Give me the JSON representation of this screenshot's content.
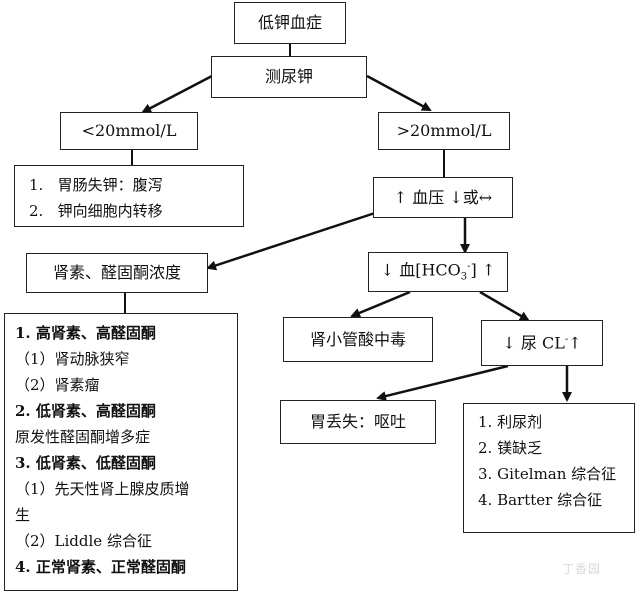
{
  "nodes": {
    "root": "低钾血症",
    "measure": "测尿钾",
    "low": "<20mmol/L",
    "high": ">20mmol/L",
    "gi_list": [
      "胃肠失钾：腹泻",
      "钾向细胞内转移"
    ],
    "bp": "↑ 血压 ↓或↔",
    "renin": "肾素、醛固酮浓度",
    "hco3": {
      "pre": "↓ 血[HCO",
      "sub": "3",
      "sup": "-",
      "post": "] ↑"
    },
    "rta": "肾小管酸中毒",
    "cl": {
      "pre": "↓ 尿 CL",
      "sup": "-",
      "post": "↑"
    },
    "gastric": "胃丢失：呕吐",
    "diuretic_list": [
      "利尿剂",
      "镁缺乏",
      "Gitelman 综合征",
      "Bartter 综合征"
    ],
    "renin_detail": [
      {
        "text": "1. 高肾素、高醛固酮",
        "bold": true
      },
      {
        "text": "（1）肾动脉狭窄",
        "bold": false
      },
      {
        "text": "（2）肾素瘤",
        "bold": false
      },
      {
        "text": "2. 低肾素、高醛固酮",
        "bold": true
      },
      {
        "text": "原发性醛固酮增多症",
        "bold": false
      },
      {
        "text": "3. 低肾素、低醛固酮",
        "bold": true
      },
      {
        "text": "（1）先天性肾上腺皮质增",
        "bold": false
      },
      {
        "text": "生",
        "bold": false
      },
      {
        "text": "（2）Liddle 综合征",
        "bold": false
      },
      {
        "text": "4. 正常肾素、正常醛固酮",
        "bold": true
      }
    ]
  },
  "numbering": {
    "gi": [
      "1.",
      "2."
    ],
    "diuretic": [
      "1.",
      "2.",
      "3.",
      "4."
    ]
  },
  "watermark": "丁香园"
}
